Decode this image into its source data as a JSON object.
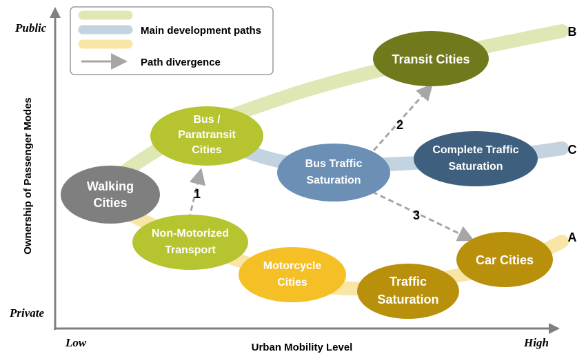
{
  "axes": {
    "y_label": "Ownership of Passenger Modes",
    "y_top": "Public",
    "y_bottom": "Private",
    "x_label": "Urban Mobility Level",
    "x_left": "Low",
    "x_right": "High"
  },
  "legend": {
    "main_paths": "Main development paths",
    "divergence": "Path divergence"
  },
  "colors": {
    "path_b": "#dfe8b4",
    "path_c": "#c3d3e0",
    "path_a": "#f9e6a7",
    "arrow": "#a6a6a6",
    "walking": "#7f7f7f",
    "bus_paratransit": "#b5c42f",
    "non_motorized": "#b5c42f",
    "motorcycle": "#f5bf26",
    "traffic_saturation": "#b8900c",
    "car": "#b8900c",
    "bus_traffic": "#6b8fb5",
    "complete_traffic": "#3f5f7e",
    "transit": "#707a1c"
  },
  "path_labels": {
    "b": "B",
    "c": "C",
    "a": "A"
  },
  "arrows": {
    "one": "1",
    "two": "2",
    "three": "3"
  },
  "nodes": {
    "walking": [
      "Walking",
      "Cities"
    ],
    "bus_paratransit": [
      "Bus /",
      "Paratransit",
      "Cities"
    ],
    "non_motorized": [
      "Non-Motorized",
      "Transport"
    ],
    "motorcycle": [
      "Motorcycle",
      "Cities"
    ],
    "traffic_saturation": [
      "Traffic",
      "Saturation"
    ],
    "car": [
      "Car Cities"
    ],
    "bus_traffic": [
      "Bus Traffic",
      "Saturation"
    ],
    "complete_traffic": [
      "Complete Traffic",
      "Saturation"
    ],
    "transit": [
      "Transit Cities"
    ]
  }
}
